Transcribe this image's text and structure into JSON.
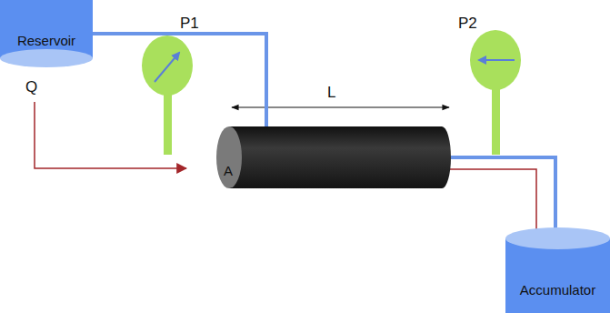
{
  "diagram": {
    "nodes": [
      {
        "text": [
          "Reservoir"
        ]
      },
      {
        "text": [
          "A"
        ]
      },
      {
        "text": [
          "Accumulator"
        ]
      }
    ],
    "edges": [
      {
        "from": 0,
        "to": 1,
        "arrow": "none"
      },
      {
        "from": 1,
        "to": 2,
        "arrow": "none"
      }
    ],
    "labels": [
      "Q",
      "P1",
      "L",
      "P2"
    ]
  }
}
